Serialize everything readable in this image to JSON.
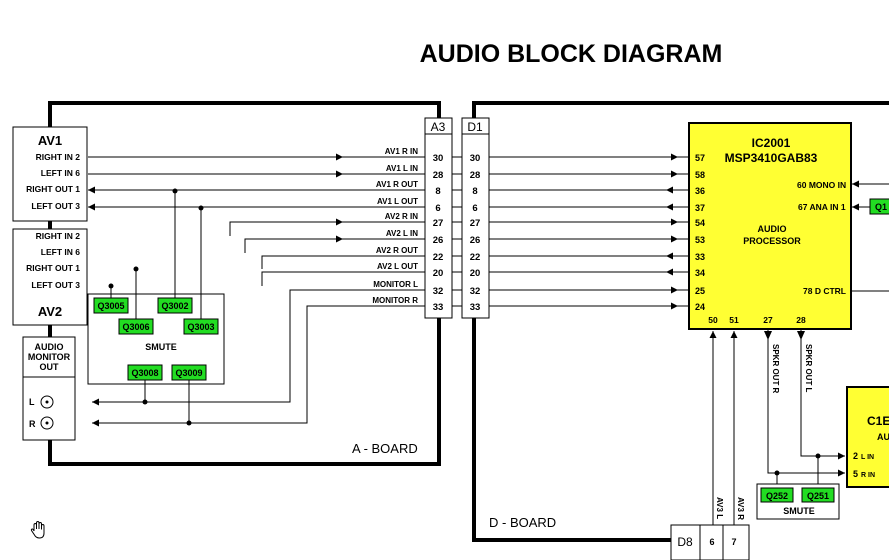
{
  "title": "AUDIO BLOCK DIAGRAM",
  "boards": {
    "a": "A - BOARD",
    "d": "D - BOARD"
  },
  "av1": {
    "title": "AV1",
    "pins": [
      "RIGHT IN 2",
      "LEFT IN 6",
      "RIGHT OUT 1",
      "LEFT OUT 3"
    ]
  },
  "av2": {
    "title": "AV2",
    "pins": [
      "RIGHT IN 2",
      "LEFT IN 6",
      "RIGHT OUT 1",
      "LEFT OUT 3"
    ]
  },
  "monitor_out": {
    "title_lines": [
      "AUDIO",
      "MONITOR",
      "OUT"
    ],
    "l": "L",
    "r": "R"
  },
  "smute_a": {
    "label": "SMUTE",
    "transistors": [
      "Q3005",
      "Q3002",
      "Q3006",
      "Q3003",
      "Q3008",
      "Q3009"
    ]
  },
  "connectors": {
    "a3": "A3",
    "d1": "D1",
    "a3_pins": [
      "30",
      "28",
      "8",
      "6",
      "27",
      "26",
      "22",
      "20",
      "32",
      "33"
    ],
    "d1_pins": [
      "30",
      "28",
      "8",
      "6",
      "27",
      "26",
      "22",
      "20",
      "32",
      "33"
    ],
    "d8": "D8",
    "d8_pins": [
      "6",
      "7"
    ]
  },
  "signals": [
    "AV1 R IN",
    "AV1 L IN",
    "AV1 R OUT",
    "AV1 L OUT",
    "AV2 R IN",
    "AV2 L IN",
    "AV2 R OUT",
    "AV2 L OUT",
    "MONITOR L",
    "MONITOR R"
  ],
  "ic2001": {
    "name": "IC2001",
    "part": "MSP3410GAB83",
    "desc_lines": [
      "AUDIO",
      "PROCESSOR"
    ],
    "left_pins": [
      "57",
      "58",
      "36",
      "37",
      "54",
      "53",
      "33",
      "34",
      "25",
      "24"
    ],
    "mono_in": "60 MONO IN",
    "ana_in": "67 ANA IN 1",
    "d_ctrl": "78 D CTRL",
    "bottom_pins": [
      "50",
      "51",
      "27",
      "28"
    ]
  },
  "q_partial": "Q1",
  "spkr": {
    "r": "SPKR OUT R",
    "l": "SPKR OUT L"
  },
  "av3": {
    "l": "AV3 L",
    "r": "AV3 R"
  },
  "c1": {
    "name": "C1E",
    "sub": "AU",
    "pin_l_num": "2",
    "pin_l": "L IN",
    "pin_r_num": "5",
    "pin_r": "R IN"
  },
  "smute_d": {
    "label": "SMUTE",
    "transistors": [
      "Q252",
      "Q251"
    ]
  },
  "colors": {
    "ic_fill": "#ffff33",
    "transistor_fill": "#22dd22"
  }
}
